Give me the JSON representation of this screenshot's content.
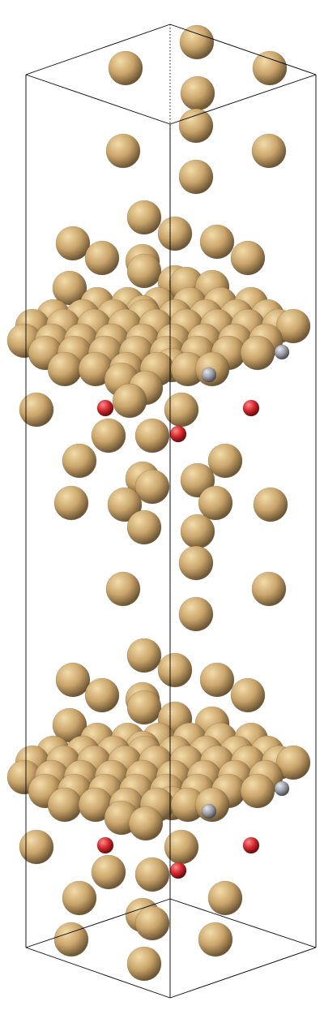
{
  "scene": {
    "background": "#ffffff",
    "cell_edge_color": "#000000",
    "atom_species": [
      {
        "key": "gold",
        "color": "#c9a46a",
        "highlight": "#f3dcaa",
        "shadow": "#6e5634"
      },
      {
        "key": "oxygen",
        "color": "#d0262b",
        "highlight": "#ff8a8a",
        "shadow": "#6a0a0c"
      },
      {
        "key": "metal-gray",
        "color": "#9a9ea6",
        "highlight": "#e6e8ee",
        "shadow": "#4a4d52"
      }
    ]
  }
}
